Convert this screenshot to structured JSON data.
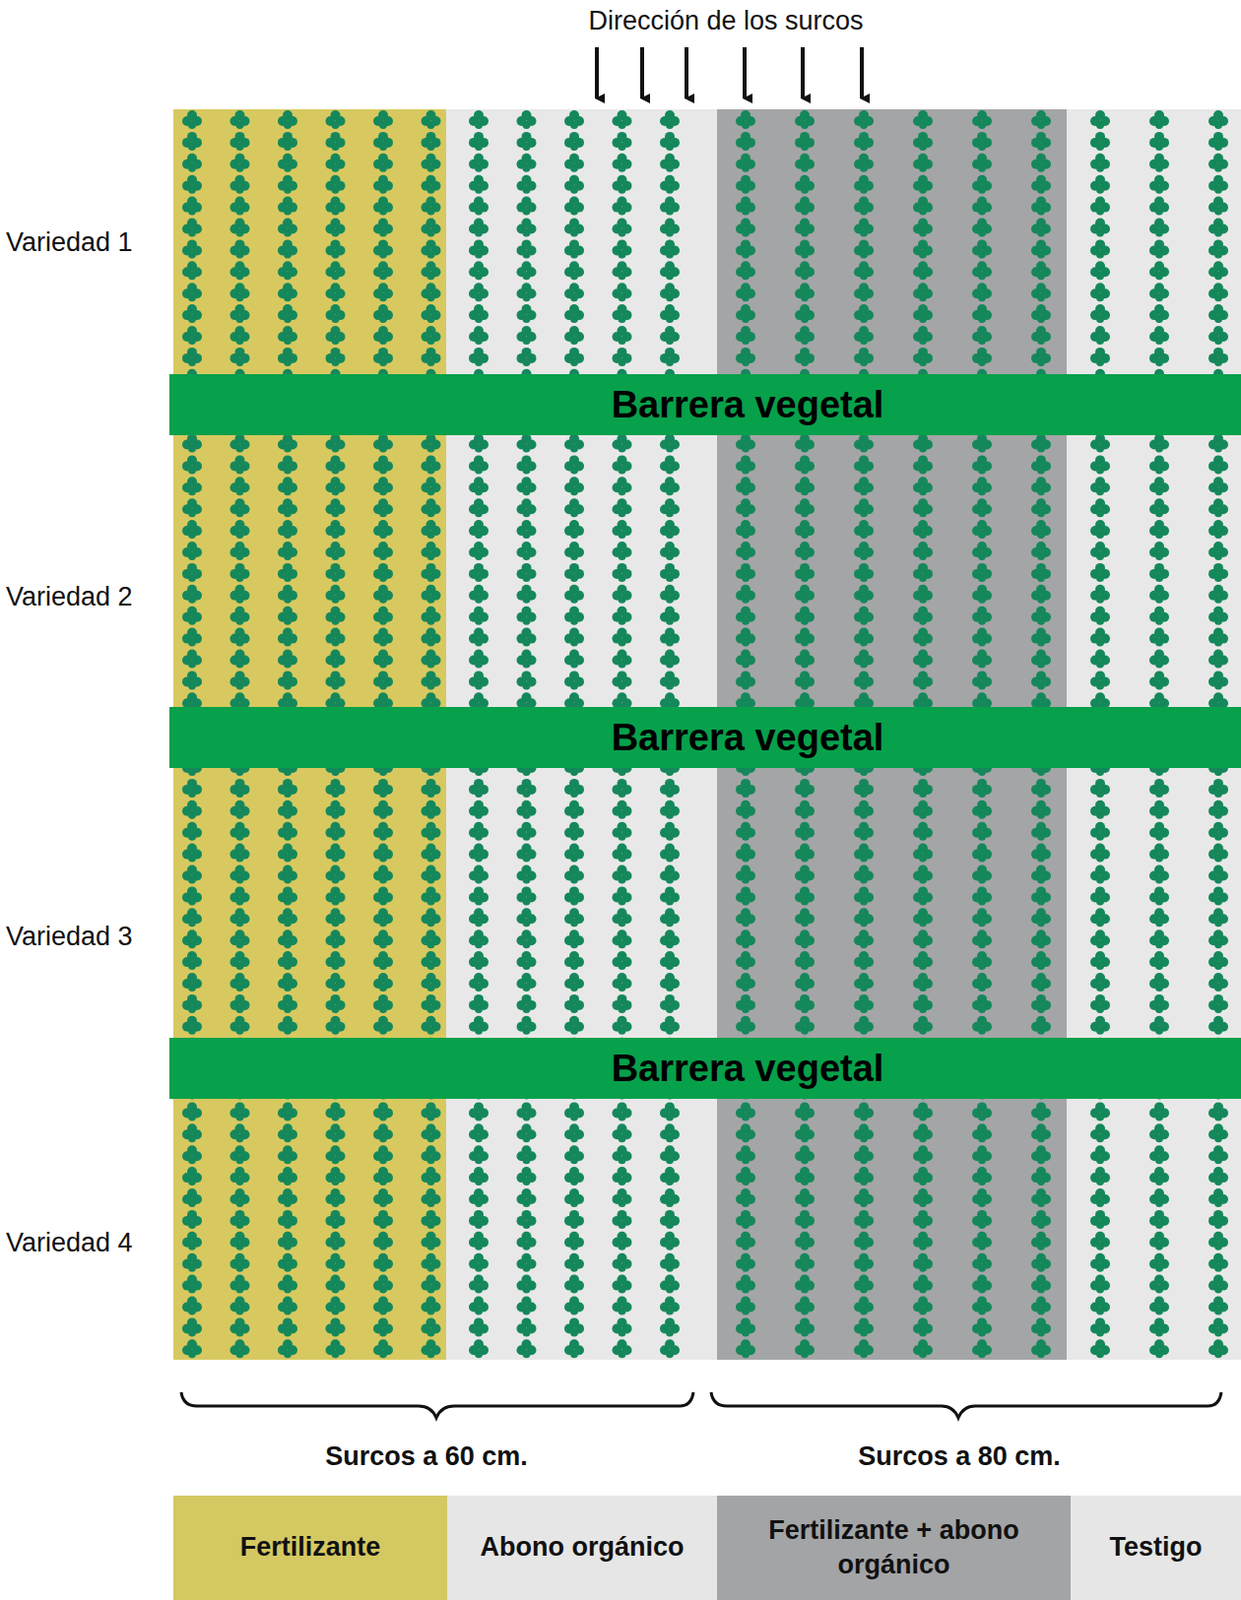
{
  "diagram": {
    "title": "Dirección de los surcos",
    "nodes": [
      {
        "text": [
          "Barrera vegetal"
        ]
      },
      {
        "text": [
          "Barrera vegetal"
        ]
      },
      {
        "text": [
          "Barrera vegetal"
        ]
      }
    ],
    "labels": [
      "Variedad 1",
      "Variedad 2",
      "Variedad 3",
      "Variedad 4",
      "Surcos a 60 cm.",
      "Surcos a 80 cm."
    ],
    "legend": [
      {
        "text": "Fertilizante",
        "color": "#d4c862"
      },
      {
        "text": "Abono orgánico",
        "color": "#e6e6e6"
      },
      {
        "text": "Fertilizante + abono orgánico",
        "color": "#a3a4a6"
      },
      {
        "text": "Testigo",
        "color": "#e6e6e6"
      }
    ]
  }
}
